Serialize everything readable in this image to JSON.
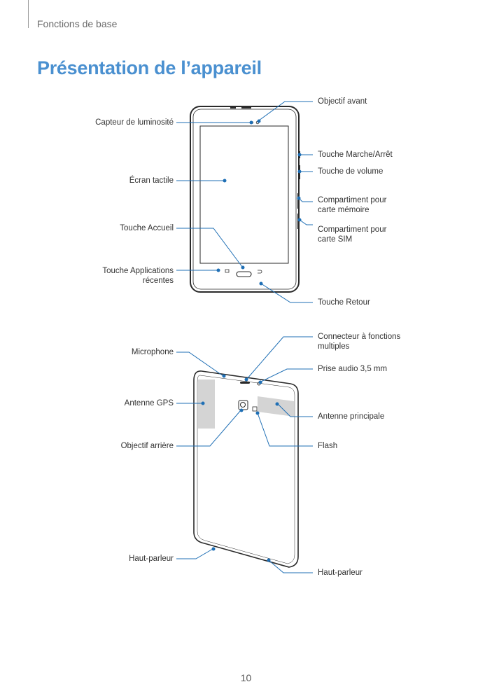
{
  "header": {
    "section": "Fonctions de base",
    "title": "Présentation de l’appareil"
  },
  "front_view": {
    "labels_left": {
      "light_sensor": "Capteur de luminosité",
      "touchscreen": "Écran tactile",
      "home_key": "Touche Accueil",
      "recent_apps_line1": "Touche Applications",
      "recent_apps_line2": "récentes"
    },
    "labels_right": {
      "front_camera": "Objectif avant",
      "power_key": "Touche Marche/Arrêt",
      "volume_key": "Touche de volume",
      "memory_slot_line1": "Compartiment pour",
      "memory_slot_line2": "carte mémoire",
      "sim_slot_line1": "Compartiment pour",
      "sim_slot_line2": "carte SIM",
      "back_key": "Touche Retour"
    }
  },
  "rear_view": {
    "labels_left": {
      "microphone": "Microphone",
      "gps_antenna": "Antenne GPS",
      "rear_camera": "Objectif arrière",
      "speaker_left": "Haut-parleur"
    },
    "labels_right": {
      "multipurpose_jack_line1": "Connecteur à fonctions",
      "multipurpose_jack_line2": "multiples",
      "audio_jack": "Prise audio 3,5 mm",
      "main_antenna": "Antenne principale",
      "flash": "Flash",
      "speaker_right": "Haut-parleur"
    }
  },
  "colors": {
    "accent": "#4a90d0",
    "callout": "#1f6fb5",
    "device_outline": "#2a2a2a",
    "antenna_fill": "#d4d4d4"
  },
  "footer": {
    "page_number": "10"
  }
}
